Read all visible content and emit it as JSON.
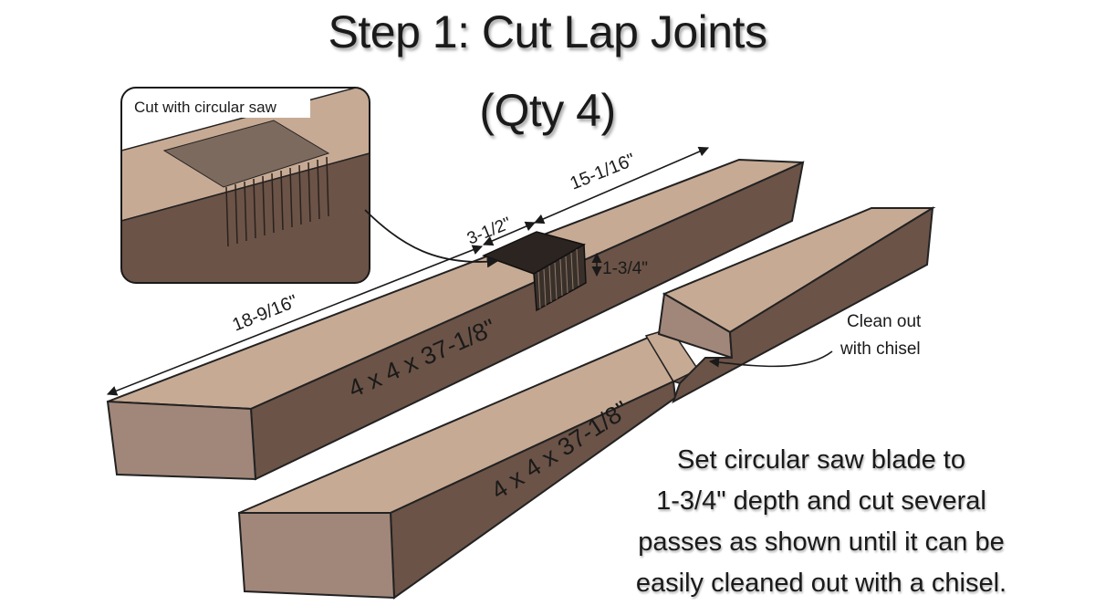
{
  "title": {
    "line1": "Step 1: Cut Lap Joints",
    "line2": "(Qty 4)"
  },
  "inset": {
    "label": "Cut with circular saw"
  },
  "dimensions": {
    "left_length": "18-9/16\"",
    "notch_width": "3-1/2\"",
    "right_length": "15-1/16\"",
    "depth": "1-3/4\""
  },
  "boards": {
    "top_label": "4 x 4 x 37-1/8\"",
    "bottom_label": "4 x 4 x 37-1/8\""
  },
  "callout": {
    "line1": "Clean out",
    "line2": "with chisel"
  },
  "instructions": [
    "Set circular saw blade to",
    "1-3/4\" depth and cut several",
    "passes as shown until it can be",
    "easily cleaned out with a chisel."
  ],
  "colors": {
    "wood_top": "#c7aa94",
    "wood_front": "#6b5347",
    "wood_end": "#a1877a",
    "outline": "#222222"
  }
}
